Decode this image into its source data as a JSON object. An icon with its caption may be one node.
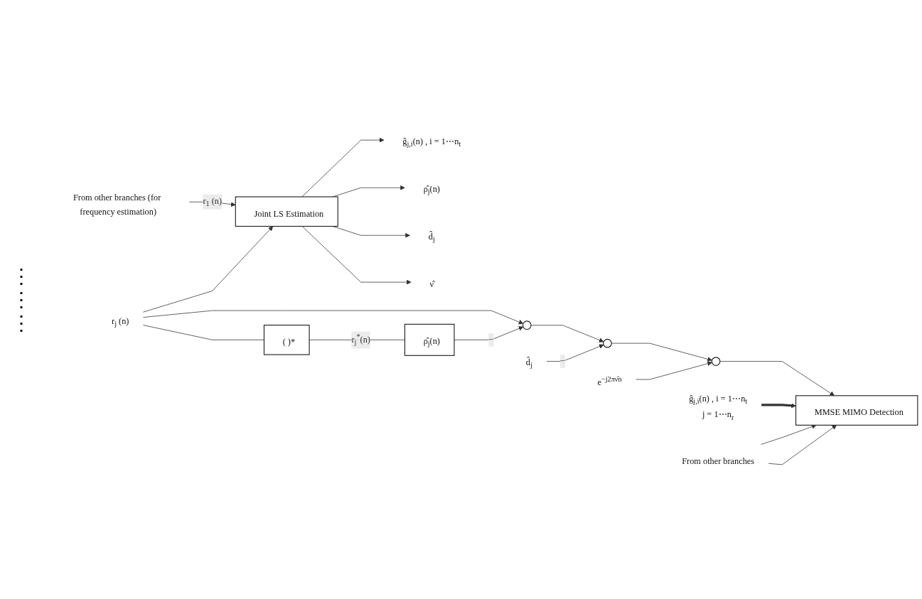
{
  "diagram": {
    "nodes": [
      {
        "text": [
          "From other branches (for frequency estimation)"
        ]
      },
      {
        "text": [
          "Joint LS Estimation"
        ]
      },
      {
        "text": [
          "ĝ$_{j,i}$(n) , i = 1⋯n$_{t}$"
        ]
      },
      {
        "text": [
          "ρ̂$_{j}$(n)"
        ]
      },
      {
        "text": [
          "d̂$_{j}$"
        ]
      },
      {
        "text": [
          "ν̂"
        ]
      },
      {
        "text": [
          "r$_{j}$ (n)"
        ]
      },
      {
        "text": [
          "( )*"
        ]
      },
      {
        "text": [
          "ρ̂$_{j}$(n)"
        ]
      },
      {
        "text": [],
        "shape": "circle"
      },
      {
        "text": [],
        "shape": "circle"
      },
      {
        "text": [],
        "shape": "circle"
      },
      {
        "text": [
          "d̂$_{j}$"
        ]
      },
      {
        "text": [
          "e$^{−j2πν̂n}$"
        ]
      },
      {
        "text": [
          "ĝ$_{j,i}$(n) , i = 1⋯n$_{t}$",
          "j = 1⋯n$_{r}$"
        ]
      },
      {
        "text": [
          "MMSE MIMO Detection"
        ]
      },
      {
        "text": [
          "From other branches"
        ]
      }
    ],
    "edges": [
      {
        "from": 0,
        "to": 1,
        "label": "r$_{1}$ (n)",
        "arrow": "to"
      },
      {
        "from": 6,
        "to": 1,
        "arrow": "to"
      },
      {
        "from": 1,
        "to": 2,
        "arrow": "to"
      },
      {
        "from": 1,
        "to": 3,
        "arrow": "to"
      },
      {
        "from": 1,
        "to": 4,
        "arrow": "to"
      },
      {
        "from": 1,
        "to": 5,
        "arrow": "to"
      },
      {
        "from": 6,
        "to": 9,
        "arrow": "to"
      },
      {
        "from": 6,
        "to": 7,
        "arrow": "none"
      },
      {
        "from": 7,
        "to": 8,
        "label": "r$_{j}$$^{*}$(n)",
        "arrow": "none"
      },
      {
        "from": 8,
        "to": 9,
        "label": "−",
        "arrow": "to"
      },
      {
        "from": 9,
        "to": 10,
        "arrow": "to"
      },
      {
        "from": 12,
        "to": 10,
        "label": "−",
        "arrow": "to"
      },
      {
        "from": 10,
        "to": 11,
        "arrow": "to"
      },
      {
        "from": 13,
        "to": 11,
        "arrow": "to"
      },
      {
        "from": 11,
        "to": 15,
        "arrow": "to"
      },
      {
        "from": 14,
        "to": 15,
        "arrow": "to",
        "style": "thick"
      },
      {
        "from": 16,
        "to": 15,
        "arrow": "to"
      },
      {
        "from": 16,
        "to": 15,
        "arrow": "to"
      }
    ],
    "labels": [
      "⋮",
      "⋮",
      "⋮"
    ]
  }
}
